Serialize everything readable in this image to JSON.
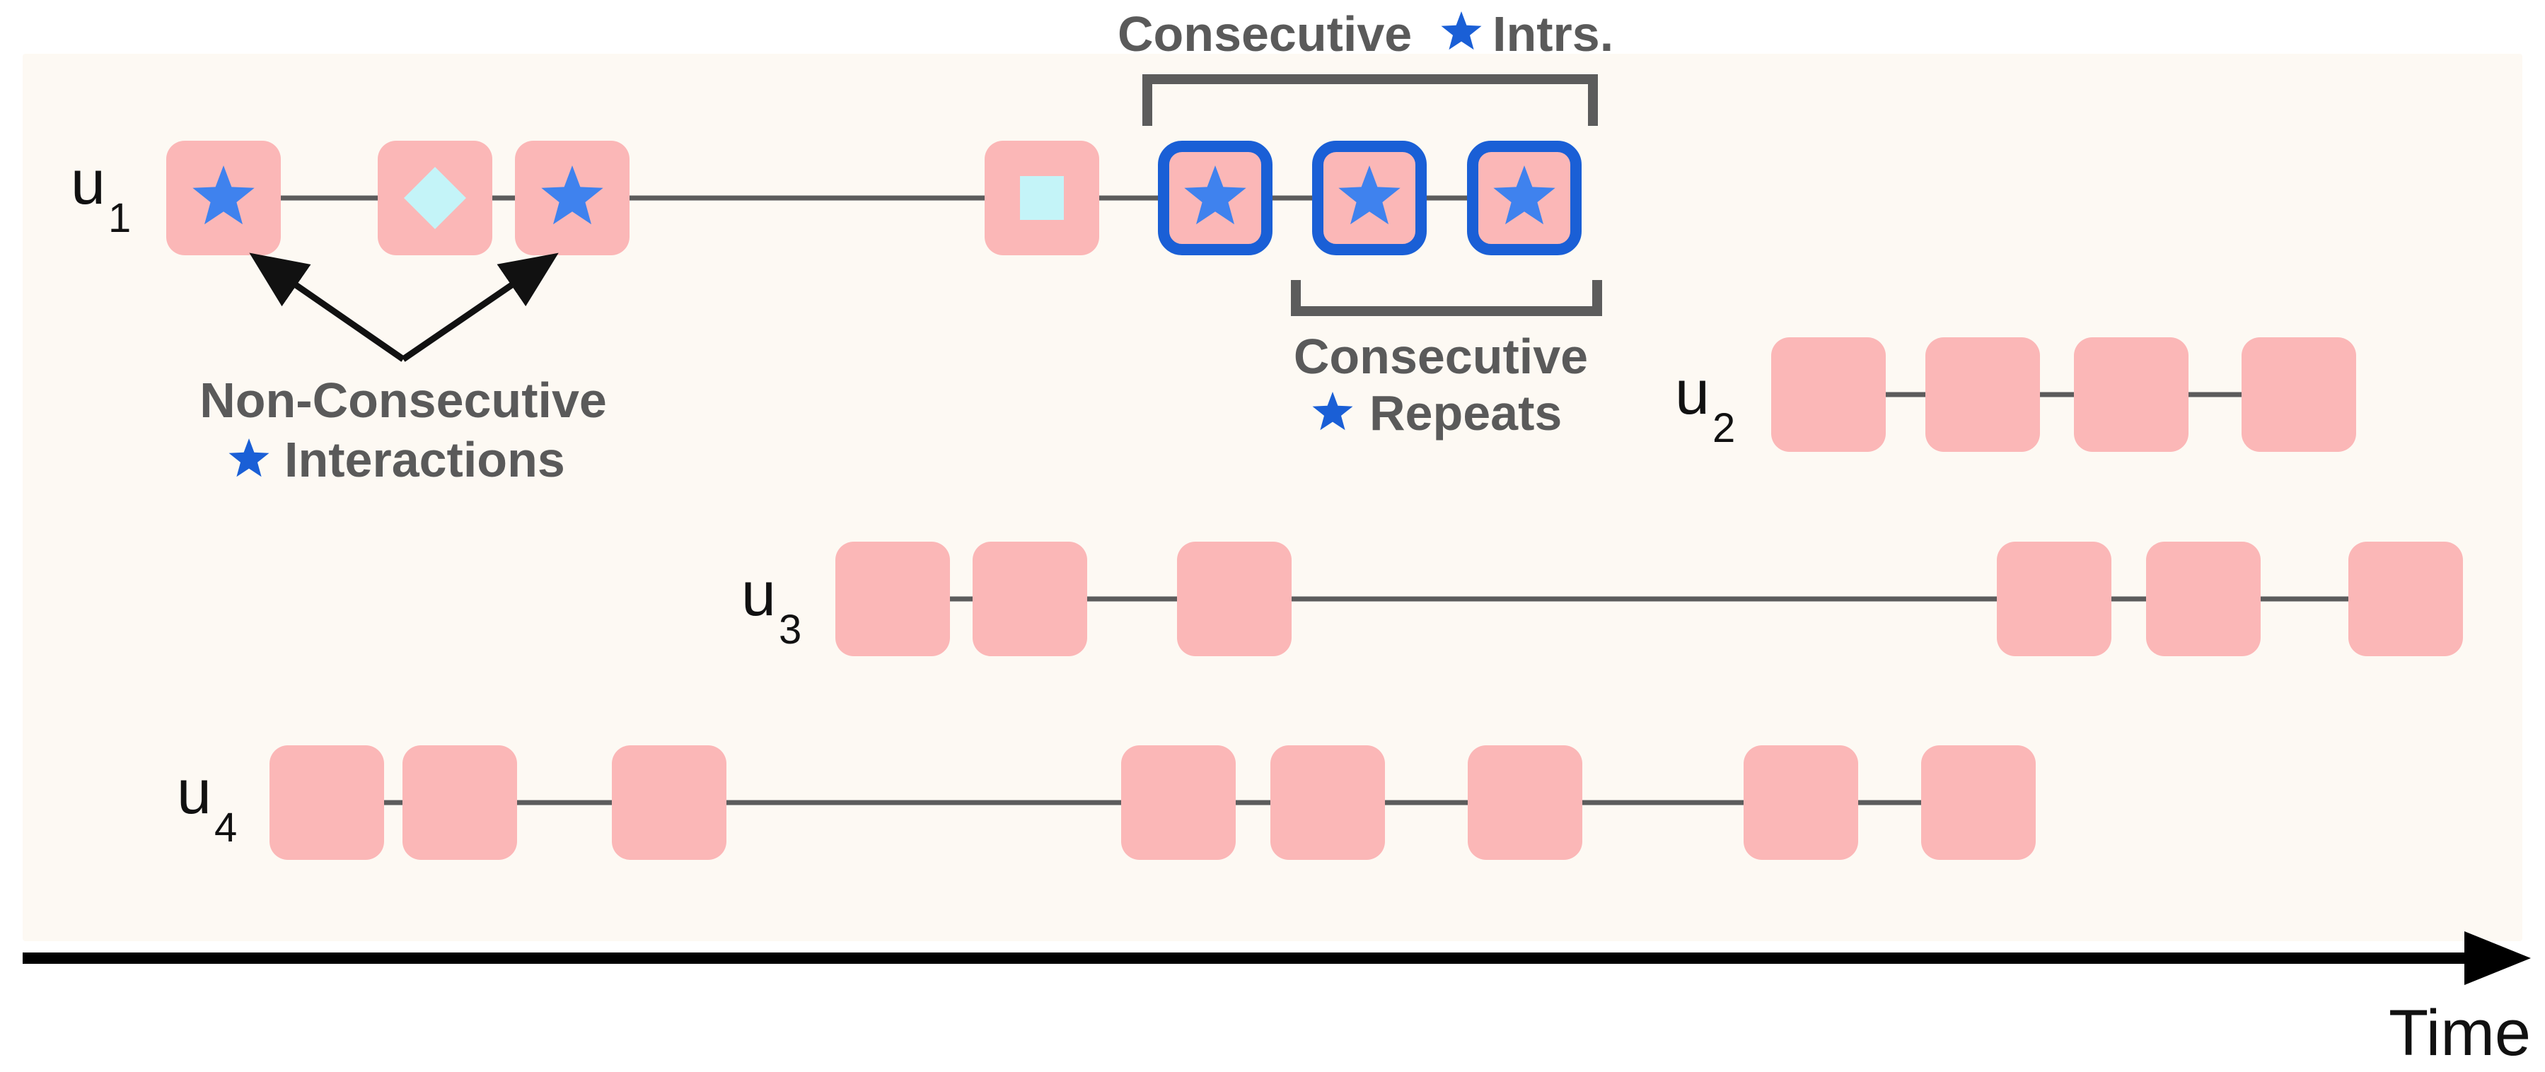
{
  "colors": {
    "panel_bg": "#fdf9f3",
    "box_fill": "#fbb7b7",
    "highlight_border": "#1a5fd6",
    "star": "#3f82ee",
    "cyan_shape": "#c4f4f8",
    "line": "#5c5c5c",
    "axis": "#000000",
    "bracket": "#5c5c5c"
  },
  "users": [
    {
      "main": "u",
      "sub": "1",
      "items": [
        {
          "shape": "star",
          "highlight": false
        },
        {
          "shape": "diamond",
          "highlight": false
        },
        {
          "shape": "star",
          "highlight": false
        },
        {
          "shape": "square",
          "highlight": false
        },
        {
          "shape": "star",
          "highlight": true
        },
        {
          "shape": "star",
          "highlight": true
        },
        {
          "shape": "star",
          "highlight": true
        }
      ]
    },
    {
      "main": "u",
      "sub": "2",
      "items": [
        {
          "shape": "none"
        },
        {
          "shape": "none"
        },
        {
          "shape": "none"
        },
        {
          "shape": "none"
        }
      ]
    },
    {
      "main": "u",
      "sub": "3",
      "items": [
        {
          "shape": "none"
        },
        {
          "shape": "none"
        },
        {
          "shape": "none"
        },
        {
          "shape": "none"
        },
        {
          "shape": "none"
        },
        {
          "shape": "none"
        }
      ]
    },
    {
      "main": "u",
      "sub": "4",
      "items": [
        {
          "shape": "none"
        },
        {
          "shape": "none"
        },
        {
          "shape": "none"
        },
        {
          "shape": "none"
        },
        {
          "shape": "none"
        },
        {
          "shape": "none"
        },
        {
          "shape": "none"
        },
        {
          "shape": "none"
        },
        {
          "shape": "none"
        }
      ]
    }
  ],
  "annotations": {
    "consecutive_intrs": {
      "before": "Consecutive",
      "icon": "star-icon",
      "after": "Intrs."
    },
    "consecutive_repeats": {
      "line1": "Consecutive",
      "icon": "star-icon",
      "line2": "Repeats"
    },
    "non_consecutive": {
      "line1": "Non-Consecutive",
      "icon": "star-icon",
      "line2": "Interactions"
    }
  },
  "axis": {
    "label": "Time"
  }
}
